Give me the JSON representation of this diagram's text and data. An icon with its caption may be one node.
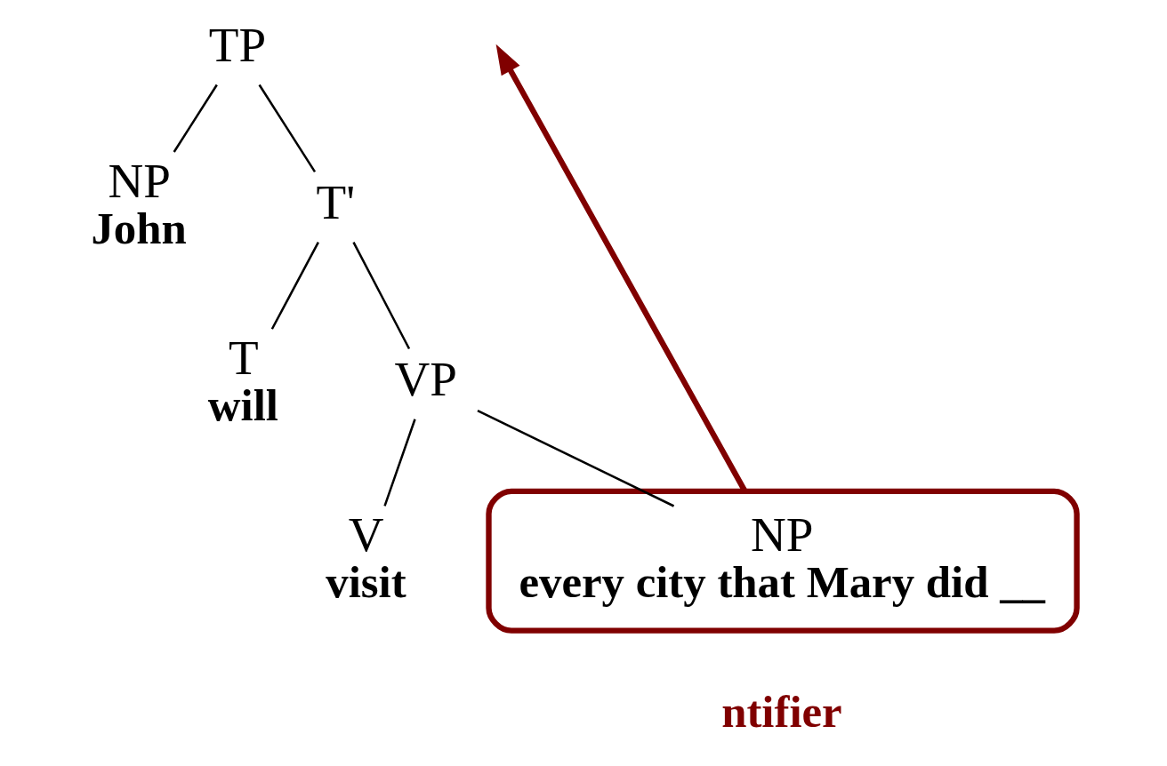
{
  "diagram": {
    "nodes": [
      {
        "text": [
          "TP"
        ]
      },
      {
        "text": [
          "NP",
          "John"
        ]
      },
      {
        "text": [
          "T'"
        ]
      },
      {
        "text": [
          "T",
          "will"
        ]
      },
      {
        "text": [
          "VP"
        ]
      },
      {
        "text": [
          "V",
          "visit"
        ]
      },
      {
        "text": [],
        "shape": "ellipse"
      },
      {
        "text": [
          "NP",
          "every city that Mary did __"
        ],
        "in": 6
      }
    ],
    "edges": [
      {
        "from": 0,
        "to": 1,
        "arrow": "none"
      },
      {
        "from": 0,
        "to": 2,
        "arrow": "none"
      },
      {
        "from": 2,
        "to": 3,
        "arrow": "none"
      },
      {
        "from": 2,
        "to": 4,
        "arrow": "none"
      },
      {
        "from": 4,
        "to": 5,
        "arrow": "none"
      },
      {
        "from": 4,
        "to": 7,
        "arrow": "none"
      },
      {
        "from": 6,
        "to": null,
        "arrow": "to",
        "style": "thick",
        "color": "#800000"
      }
    ],
    "labels": [
      "ntifier"
    ]
  }
}
